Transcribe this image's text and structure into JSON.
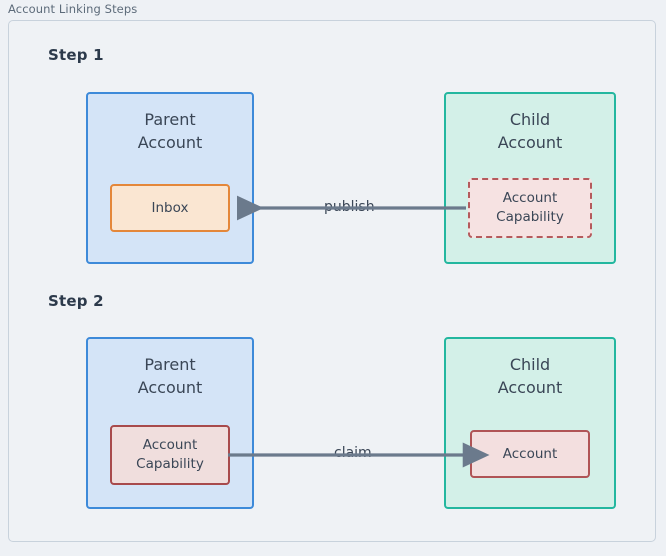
{
  "frame": {
    "caption": "Account Linking Steps"
  },
  "colors": {
    "page_background": "#eef1f5",
    "frame_background": "#eff2f5",
    "frame_border": "#c8d2dc",
    "parent_fill": "#d4e4f7",
    "parent_border": "#3d8ad9",
    "child_fill": "#d3f0e8",
    "child_border": "#23b79f",
    "inbox_fill": "#fae6d2",
    "inbox_border": "#e4873a",
    "capability_fill": "#f6e2e2",
    "capability_border": "#b55a5c",
    "account_fill": "#f3dfdf",
    "account_border": "#b05456",
    "arrow": "#6b7a8c",
    "text": "#3a4656",
    "heading": "#2c3a4b"
  },
  "steps": [
    {
      "label": "Step 1",
      "parent": {
        "title": "Parent\nAccount",
        "resource": "Inbox"
      },
      "child": {
        "title": "Child\nAccount",
        "resource": "Account\nCapability"
      },
      "edge": {
        "label": "publish",
        "direction": "right-to-left",
        "from": "child-account-capability",
        "to": "parent-inbox"
      }
    },
    {
      "label": "Step 2",
      "parent": {
        "title": "Parent\nAccount",
        "resource": "Account\nCapability"
      },
      "child": {
        "title": "Child\nAccount",
        "resource": "Account"
      },
      "edge": {
        "label": "claim",
        "direction": "left-to-right",
        "from": "parent-account-capability",
        "to": "child-account"
      }
    }
  ]
}
